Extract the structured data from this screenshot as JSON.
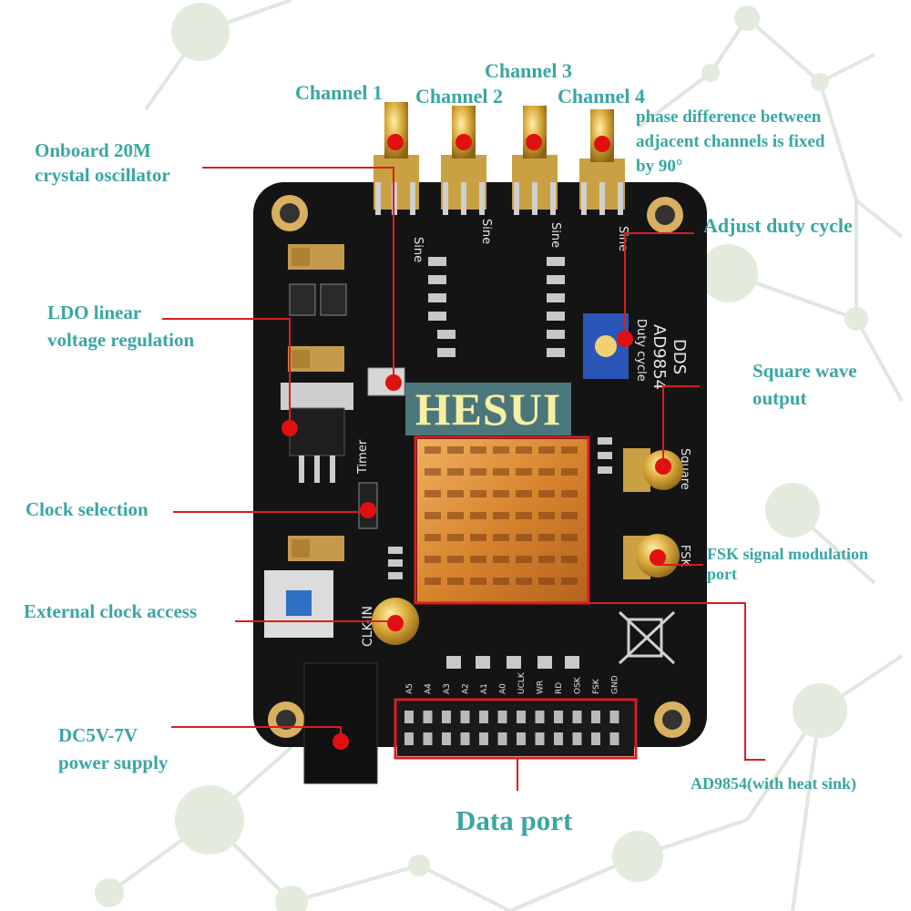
{
  "brand": "HESUI",
  "labels": {
    "ch1": "Channel 1",
    "ch2": "Channel 2",
    "ch3": "Channel 3",
    "ch4": "Channel 4",
    "phase_l1": "phase difference between",
    "phase_l2": "adjacent channels is fixed",
    "phase_l3": "by 90°",
    "crystal_l1": "Onboard 20M",
    "crystal_l2": "crystal oscillator",
    "duty": "Adjust duty cycle",
    "ldo_l1": "LDO linear",
    "ldo_l2": "voltage regulation",
    "square_l1": "Square wave",
    "square_l2": "output",
    "clock_sel": "Clock selection",
    "fsk_l1": "FSK signal modulation",
    "fsk_l2": "port",
    "ext_clock": "External clock access",
    "dc_l1": "DC5V-7V",
    "dc_l2": "power supply",
    "ad9854": "AD9854(with heat sink)",
    "data_port": "Data port"
  },
  "board_silk": {
    "sine": "Sine",
    "duty_cycle": "Duty cycle",
    "chip_name": "AD9854",
    "dds": "DDS",
    "timer": "Timer",
    "clk_in": "CLK-IN",
    "square": "Square",
    "fsk": "FSK",
    "pin_labels": [
      "A5",
      "A4",
      "A3",
      "A2",
      "A1",
      "A0",
      "UCLK",
      "WR",
      "RD",
      "OSK",
      "FSK",
      "GND"
    ]
  },
  "colors": {
    "label_text": "#3aa6a4",
    "leader_line": "#d81e1e",
    "marker_dot": "#e01010",
    "board": "#141414",
    "gold": "#d4a43a",
    "heatsink": "#d88a3a",
    "brand_bg": "#7cc8d2",
    "brand_text": "#f6f0a0",
    "background_network": "#dbe8dc"
  },
  "icons": [
    "sma-connector-icon",
    "mounting-hole-icon",
    "crossed-bin-icon",
    "dot-marker-icon"
  ]
}
